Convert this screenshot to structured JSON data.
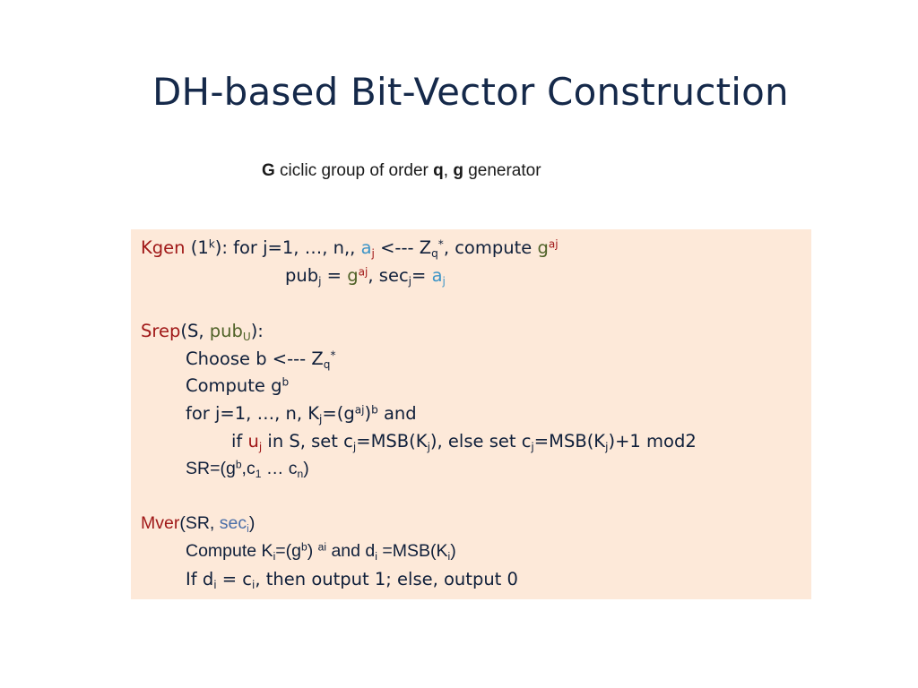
{
  "slide": {
    "title": "DH-based Bit-Vector Construction",
    "subtitle": {
      "G": "G",
      "t1": " ciclic group of order ",
      "q": "q",
      "t2": ",  ",
      "g": "g",
      "t3": " generator"
    }
  },
  "algo": {
    "kgen": {
      "name": "Kgen",
      "l1a": " (1",
      "k": "k",
      "l1b": "): for j=1, …, n,, ",
      "a": "a",
      "j": "j",
      "l1c": " <--- Z",
      "q": "q",
      "star": "*",
      "l1d": ", compute ",
      "g": "g",
      "aj": "aj",
      "l2a": "pub",
      "l2j": "j",
      "l2b": " =  ",
      "l2g": "g",
      "l2aj": "aj",
      "l2c": ", sec",
      "l2j2": "j",
      "l2d": "= ",
      "l2a2": "a",
      "l2j3": "j"
    },
    "srep": {
      "name": "Srep",
      "o1": "(S, ",
      "pub": "pub",
      "U": "U",
      "o2": "):",
      "choose": "Choose b <--- Z",
      "q": "q",
      "star": "*",
      "compute": "Compute g",
      "b": "b",
      "for1": "for j=1, …, n, K",
      "j": "j",
      "for2": "=(g",
      "aj": "aj",
      "for3": ")",
      "b2": "b",
      "for4": " and",
      "if1": "if ",
      "u": "u",
      "uj": "j",
      "if2": " in S, set c",
      "cj": "j",
      "if3": "=MSB(K",
      "kj": "j",
      "if4": "), else set c",
      "cj2": "j",
      "if5": "=MSB(K",
      "kj2": "j",
      "if6": ")+1 mod2",
      "sr1": "SR=(g",
      "srb": "b",
      "sr2": ",c",
      "sr1n": "1",
      "sr3": " … c",
      "srn": "n",
      "sr4": ")"
    },
    "mver": {
      "name": "Mver",
      "o1": "(SR, ",
      "sec": "sec",
      "i": "i",
      "o2": ")",
      "c1": "Compute K",
      "ci": "i",
      "c2": "=(g",
      "cb": "b",
      "c3": ") ",
      "cai": "ai",
      "c4": " and d",
      "di": "i",
      "c5": " =MSB(K",
      "ki": "i",
      "c6": ")",
      "if1": "If d",
      "ifi": "i",
      "if2": " = c",
      "ifi2": "i",
      "if3": ", then output 1; else, output 0"
    }
  }
}
